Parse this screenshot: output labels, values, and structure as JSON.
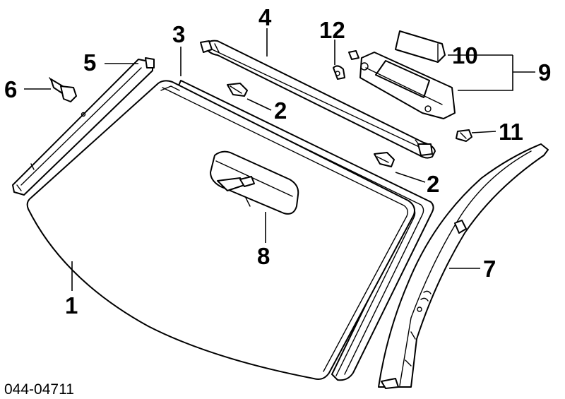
{
  "diagram": {
    "id_label": "044-04711",
    "callouts": {
      "windshield": "1",
      "clip_left": "2",
      "clip_right": "2",
      "molding": "3",
      "header_rail": "4",
      "pillar_trim": "5",
      "fastener": "6",
      "a_pillar": "7",
      "mirror": "8",
      "visor_assembly": "9",
      "visor_extension": "10",
      "visor_holder": "11",
      "visor_screw": "12"
    }
  }
}
